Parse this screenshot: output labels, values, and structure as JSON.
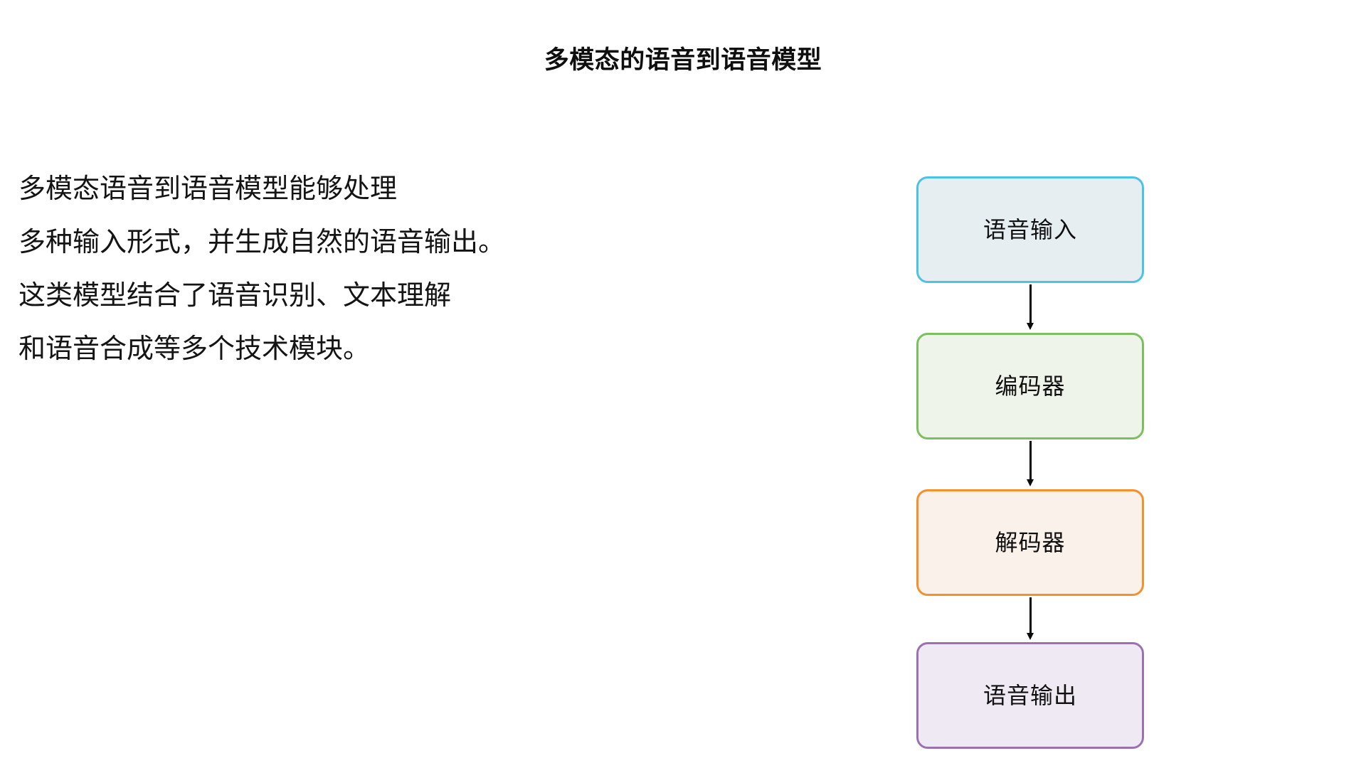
{
  "slide": {
    "background_color": "#ffffff",
    "title": "多模态的语音到语音模型"
  },
  "body": {
    "lines": [
      "多模态语音到语音模型能够处理",
      "多种输入形式，并生成自然的语音输出。",
      "这类模型结合了语音识别、文本理解",
      "和语音合成等多个技术模块。"
    ]
  },
  "flow": {
    "orientation": "vertical-top-to-bottom",
    "arrow_color": "#0a0a0a",
    "nodes": [
      {
        "label": "语音输入",
        "border_color": "#4bc3e5",
        "fill_color": "#e6eef1"
      },
      {
        "label": "编码器",
        "border_color": "#7cbf5e",
        "fill_color": "#eef4ea"
      },
      {
        "label": "解码器",
        "border_color": "#f6902c",
        "fill_color": "#faf2ea"
      },
      {
        "label": "语音输出",
        "border_color": "#9b72b0",
        "fill_color": "#efe9f3"
      }
    ],
    "connections": [
      {
        "from": "语音输入",
        "to": "编码器"
      },
      {
        "from": "编码器",
        "to": "解码器"
      },
      {
        "from": "解码器",
        "to": "语音输出"
      }
    ]
  }
}
